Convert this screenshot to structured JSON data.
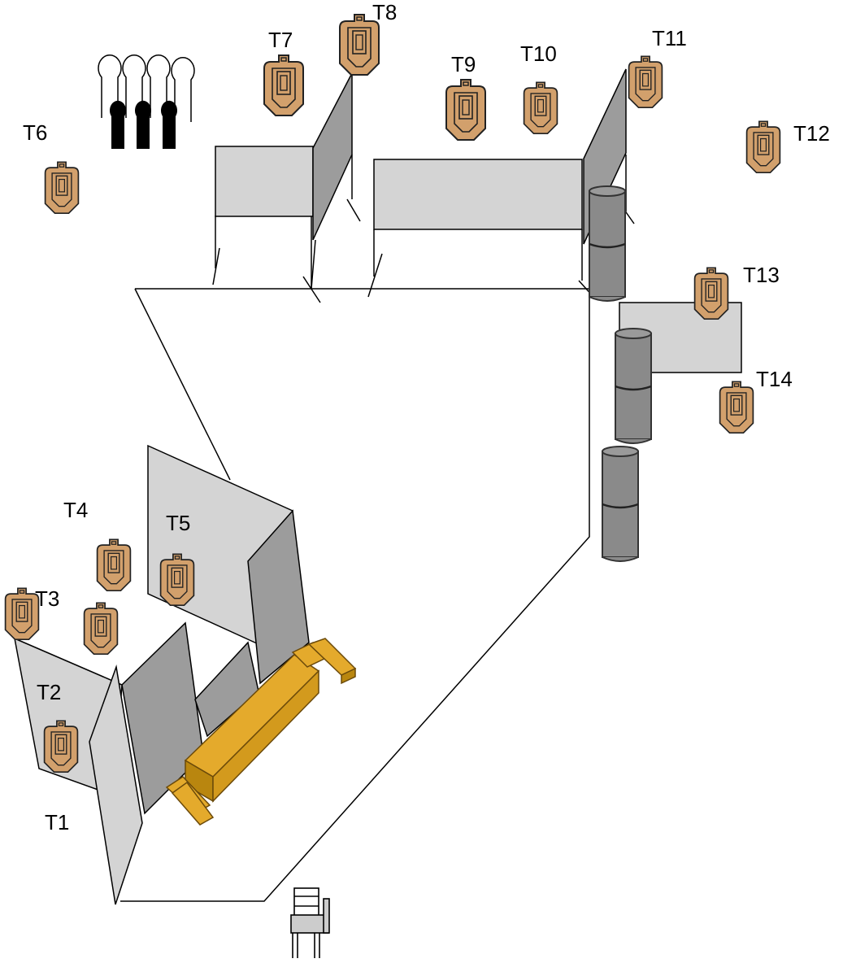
{
  "colors": {
    "background": "#ffffff",
    "target_fill": "#d2a06c",
    "target_stroke": "#222222",
    "wall_light": "#d2d2d2",
    "wall_dark": "#9c9c9c",
    "barrel": "#8a8a8a",
    "plank": "#dba128",
    "noshoot_black": "#000000"
  },
  "targets": [
    {
      "id": "T1",
      "label": "T1"
    },
    {
      "id": "T2",
      "label": "T2"
    },
    {
      "id": "T3",
      "label": "T3"
    },
    {
      "id": "T4",
      "label": "T4"
    },
    {
      "id": "T5",
      "label": "T5"
    },
    {
      "id": "T6",
      "label": "T6"
    },
    {
      "id": "T7",
      "label": "T7"
    },
    {
      "id": "T8",
      "label": "T8"
    },
    {
      "id": "T9",
      "label": "T9"
    },
    {
      "id": "T10",
      "label": "T10"
    },
    {
      "id": "T11",
      "label": "T11"
    },
    {
      "id": "T12",
      "label": "T12"
    },
    {
      "id": "T13",
      "label": "T13"
    },
    {
      "id": "T14",
      "label": "T14"
    }
  ],
  "props": {
    "no_shoot_group": "no-shoot-targets",
    "barrels": 3,
    "start_position": "chair-icon"
  }
}
